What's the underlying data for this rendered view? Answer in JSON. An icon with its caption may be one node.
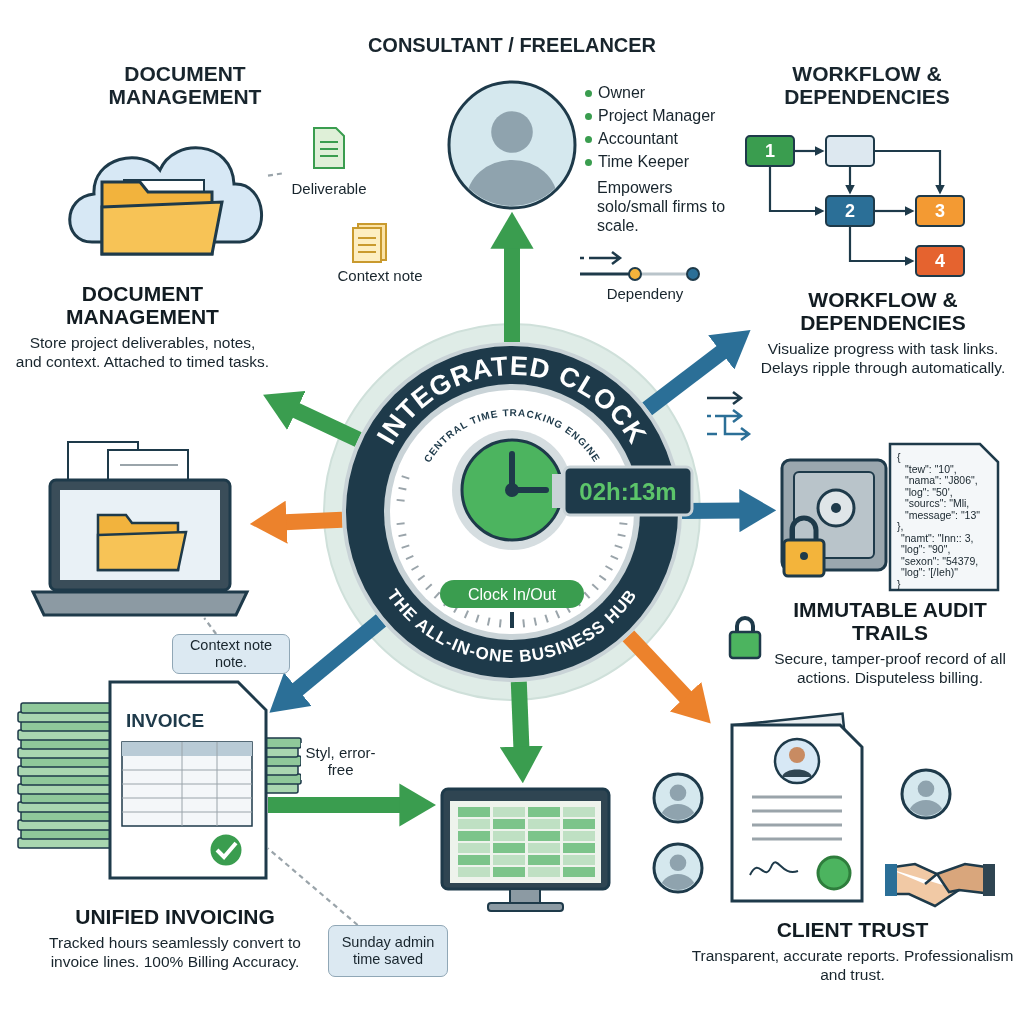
{
  "diagram": {
    "nodes": [
      {
        "text": [
          "INTEGRATED CLOCK",
          "CENTRAL TIME TRACKING ENGINE",
          "02h:13m",
          "Clock In/Out",
          "THE ALL-IN-ONE BUSINESS HUB"
        ]
      },
      {
        "text": [],
        "shape": "person"
      },
      {
        "text": [],
        "shape": "picture"
      },
      {
        "text": [
          "Deliverable"
        ]
      },
      {
        "text": [
          "1"
        ]
      },
      {
        "text": [],
        "shape": "box"
      },
      {
        "text": [
          "2"
        ]
      },
      {
        "text": [
          "3"
        ]
      },
      {
        "text": [
          "4"
        ]
      },
      {
        "text": [
          "DOCUMENT MANAGEMENT",
          "Store project deliverables, notes, and context. Attached to timed tasks."
        ]
      },
      {
        "text": [
          "WORKFLOW & DEPENDENCIES",
          "Visualize progress with task links. Delays ripple through automatically."
        ]
      },
      {
        "text": [],
        "shape": "picture"
      },
      {
        "text": [],
        "shape": "picture"
      },
      {
        "text": [
          "Context note note."
        ]
      },
      {
        "text": [
          "IMMUTABLE AUDIT TRAILS",
          "Secure, tamper-proof record of all actions. Disputeless billing."
        ]
      },
      {
        "text": [
          "INVOICE"
        ]
      },
      {
        "text": [],
        "shape": "picture"
      },
      {
        "text": [],
        "shape": "picture"
      },
      {
        "text": [
          "Sunday admin time saved"
        ]
      },
      {
        "text": [
          "UNIFIED INVOICING",
          "Tracked hours seamlessly convert to invoice lines. 100% Billing Accuracy."
        ]
      },
      {
        "text": [
          "CLIENT TRUST",
          "Transparent, accurate reports. Professionalism and trust."
        ]
      }
    ],
    "edges": [
      {
        "from": 0,
        "to": 1,
        "arrow": "to",
        "style": "thick",
        "color": "#3a9d4f"
      },
      {
        "from": 0,
        "to": 9,
        "arrow": "to",
        "style": "thick",
        "color": "#3a9d4f"
      },
      {
        "from": 0,
        "to": 10,
        "arrow": "to",
        "style": "thick",
        "color": "#2b6f97"
      },
      {
        "from": 0,
        "to": 11,
        "arrow": "to",
        "style": "thick",
        "color": "#ec822c"
      },
      {
        "from": 0,
        "to": 12,
        "arrow": "to",
        "style": "thick",
        "color": "#2b6f97"
      },
      {
        "from": 0,
        "to": 15,
        "arrow": "to",
        "style": "thick",
        "color": "#2b6f97"
      },
      {
        "from": 0,
        "to": 16,
        "arrow": "to",
        "style": "thick",
        "color": "#3a9d4f"
      },
      {
        "from": 0,
        "to": 17,
        "arrow": "to",
        "style": "thick",
        "color": "#ec822c"
      },
      {
        "from": 4,
        "to": 5,
        "arrow": "to"
      },
      {
        "from": 4,
        "to": 6,
        "arrow": "to"
      },
      {
        "from": 5,
        "to": 6,
        "arrow": "to"
      },
      {
        "from": 5,
        "to": 7,
        "arrow": "to"
      },
      {
        "from": 6,
        "to": 7,
        "arrow": "to"
      },
      {
        "from": 6,
        "to": 8,
        "arrow": "to"
      },
      {
        "from": 2,
        "to": 3,
        "arrow": "none",
        "style": "dashed",
        "color": "#9aa4aa"
      },
      {
        "from": 13,
        "to": 11,
        "arrow": "none",
        "style": "dashed",
        "color": "#9aa4aa"
      },
      {
        "from": 18,
        "to": 15,
        "arrow": "none",
        "style": "dashed",
        "color": "#9aa4aa"
      },
      {
        "from": 15,
        "to": 16,
        "arrow": "to",
        "style": "thick",
        "color": "#3a9d4f",
        "label": "Styl, error-free"
      }
    ],
    "labels": [
      "CONSULTANT / FREELANCER",
      "DOCUMENT MANAGEMENT",
      "Owner",
      "Project Manager",
      "Accountant",
      "Time Keeper",
      "WORKFLOW & DEPENDENCIES",
      "Empowers solo/small firms to scale.",
      "Context note",
      "Dependeny",
      "{",
      "\"tew\": \"10\",",
      "\"nama\": \"J806\",",
      "\"log\": \"50',",
      "\"sourcs\": \"Mli,",
      "\"message\": \"13\"",
      "},",
      "\"namt\": \"Inn:: 3,",
      "\"log\": \"90\",",
      "\"sexon\": \"54379,",
      "\"log\": '[/Ieh)\"",
      "}"
    ]
  }
}
